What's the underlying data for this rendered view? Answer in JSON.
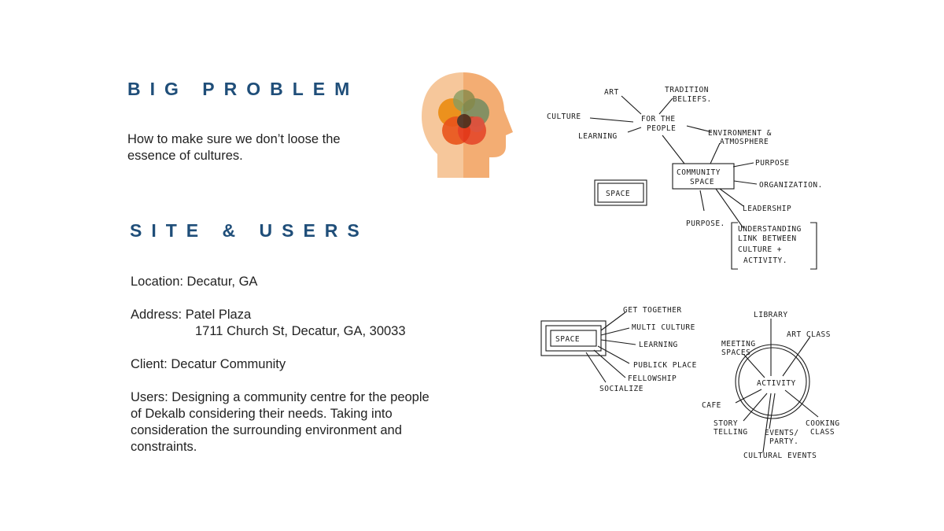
{
  "big_problem": {
    "heading": "BIG PROBLEM",
    "text_line1": "How to make sure we don’t loose the",
    "text_line2": "essence of cultures."
  },
  "site_users": {
    "heading": "SITE & USERS",
    "location": "Location: Decatur, GA",
    "address_label": "Address: Patel Plaza",
    "address_line2": "1711 Church St, Decatur, GA, 30033",
    "client": "Client: Decatur Community",
    "users_lines": [
      "Users: Designing a community centre for the people",
      "of Dekalb considering their needs. Taking into",
      "consideration the surrounding environment and",
      "constraints."
    ]
  },
  "head_icon": {
    "icon": "head-venn-icon",
    "colors": {
      "head_light": "#f6c79b",
      "head_dark": "#f3ad73",
      "yellow": "#f4b624",
      "teal": "#7fd0d8",
      "orange": "#f26a2b",
      "red": "#ee4b3a",
      "pink": "#e77c8e",
      "green": "#8cc9a0",
      "center": "#5b4a45"
    }
  },
  "sketch_top": {
    "art": "ART",
    "tradition": "TRADITION",
    "beliefs": "BELIEFS.",
    "culture": "CULTURE",
    "for_the": "FOR THE",
    "people": "PEOPLE",
    "learning": "LEARNING",
    "environment": "ENVIRONMENT &",
    "atmosphere": "ATMOSPHERE",
    "community": "COMMUNITY",
    "space": "SPACE",
    "purpose": "PURPOSE",
    "organization": "ORGANIZATION.",
    "space_box": "SPACE",
    "leadership": "LEADERSHIP",
    "purpose2": "PURPOSE.",
    "understanding": "UNDERSTANDING",
    "link_between": "LINK BETWEEN",
    "culture_plus": "CULTURE +",
    "activity": "ACTIVITY."
  },
  "sketch_bottom_left": {
    "space": "SPACE",
    "get_together": "GET TOGETHER",
    "multi_culture": "MULTI CULTURE",
    "learning": "LEARNING",
    "public_place": "PUBLICK PLACE",
    "fellowship": "FELLOWSHIP",
    "socialize": "SOCIALIZE"
  },
  "sketch_bottom_right": {
    "library": "LIBRARY",
    "art_class": "ART CLASS",
    "meeting": "MEETING",
    "spaces": "SPACES",
    "activity": "ACTIVITY",
    "cafe": "CAFE",
    "story": "STORY",
    "telling": "TELLING",
    "events": "EVENTS/",
    "party": "PARTY.",
    "cooking": "COOKING",
    "class": "CLASS",
    "cultural_events": "CULTURAL EVENTS"
  }
}
